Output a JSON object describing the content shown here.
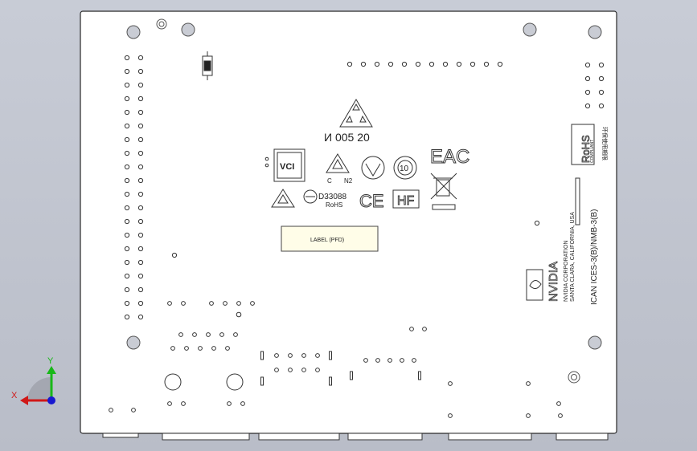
{
  "board": {
    "label_box": "LABEL (PFD)",
    "cert_code": "И 005  20",
    "marks": {
      "vci": "VCI",
      "d_code": "D33088",
      "rohs_small": "RoHS",
      "hf": "HF",
      "eac": "EAC",
      "ce": "CE",
      "c_mark": "C",
      "n2_mark": "N2",
      "rohs_badge": "RoHS",
      "rohs_badge_sub": "COMPLIANT",
      "cjk_text": "环保使用期限"
    },
    "vertical_text": {
      "brand": "NVIDIA",
      "corp_line1": "NVIDIA CORPORATION",
      "corp_line2": "SANTA CLARA, CALIFORNIA, USA",
      "ican": "ICAN ICES-3(B)/NMB-3(B)"
    }
  },
  "triad": {
    "x_label": "X",
    "y_label": "Y",
    "x_color": "#d01818",
    "y_color": "#18b818",
    "z_color": "#1818d0"
  }
}
